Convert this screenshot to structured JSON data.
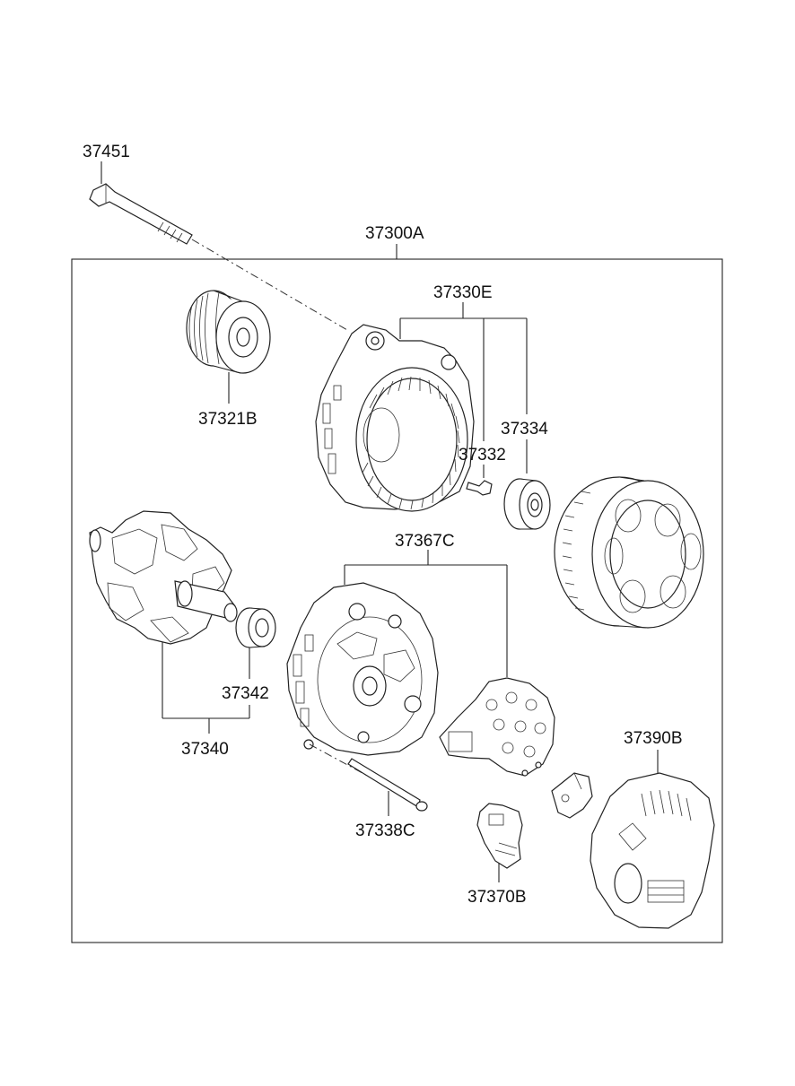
{
  "labels": {
    "bolt_top": "37451",
    "assembly": "37300A",
    "front_bracket": "37330E",
    "pulley": "37321B",
    "bearing_front": "37334",
    "screw": "37332",
    "rear_bracket": "37367C",
    "rotor": "37340",
    "bearing_rear": "37342",
    "through_bolt": "37338C",
    "brush_holder": "37370B",
    "rear_cover": "37390B"
  }
}
